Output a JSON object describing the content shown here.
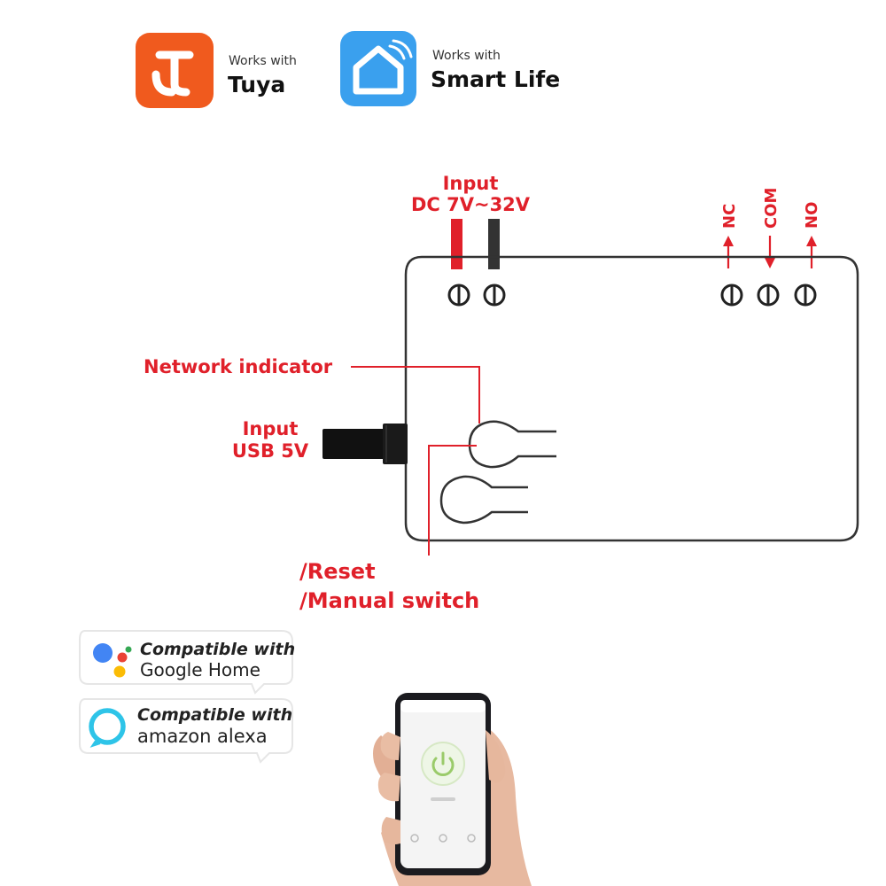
{
  "badges": {
    "tuya": {
      "small": "Works with",
      "big": "Tuya"
    },
    "smartlife": {
      "small": "Works with",
      "big": "Smart Life"
    }
  },
  "labels": {
    "dc_input_line1": "Input",
    "dc_input_line2": "DC 7V~32V",
    "nc": "NC",
    "com": "COM",
    "no": "NO",
    "network_indicator": "Network indicator",
    "usb_input_line1": "Input",
    "usb_input_line2": "USB 5V",
    "reset": "/Reset",
    "manual_switch": "/Manual switch"
  },
  "compat": {
    "google": {
      "line1": "Compatible with",
      "line2": "Google Home"
    },
    "alexa": {
      "line1": "Compatible with",
      "line2": "amazon alexa"
    }
  },
  "colors": {
    "annotation_red": "#e0202a",
    "tuya_orange": "#f05a1e",
    "smartlife_blue": "#3aa0ee",
    "alexa_cyan": "#2ec4e8",
    "outline": "#333333"
  },
  "icons": [
    "tuya-logo-icon",
    "smart-life-logo-icon",
    "google-assistant-icon",
    "alexa-ring-icon",
    "power-icon"
  ]
}
